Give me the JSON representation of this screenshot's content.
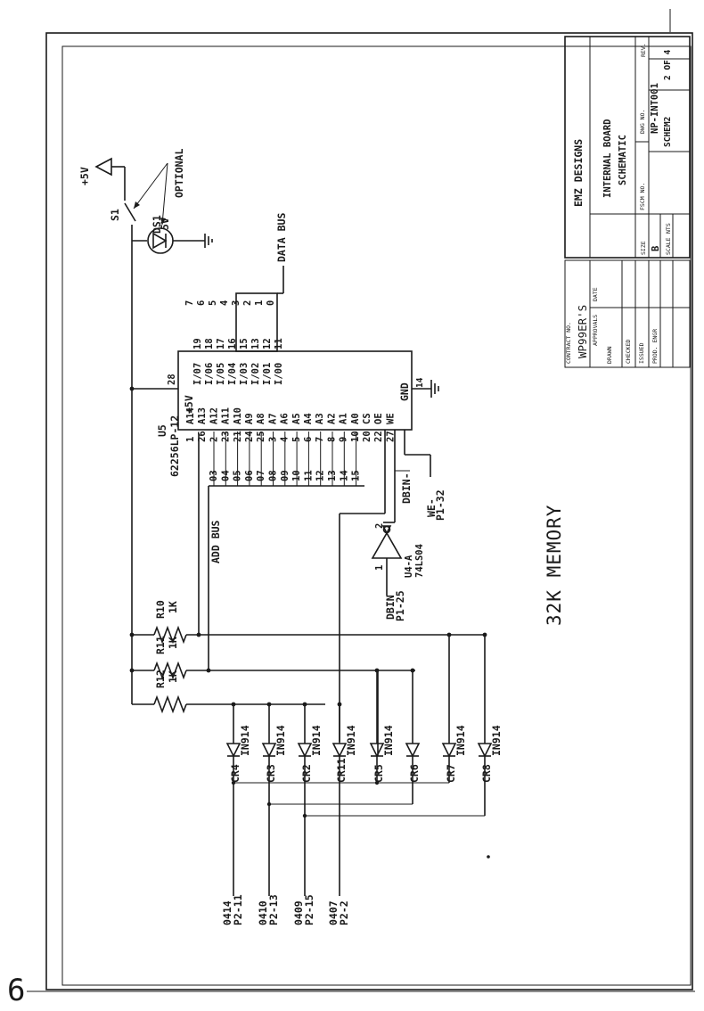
{
  "page_number": "6",
  "title_block": {
    "company": "EMZ DESIGNS",
    "title_line1": "INTERNAL BOARD",
    "title_line2": "SCHEMATIC",
    "contract_label": "CONTRACT NO.",
    "contract_value": "WP99ER'S",
    "drawing_no": "NP-INT001",
    "rev_label": "REV.",
    "size_label": "SIZE",
    "fsc_label": "FSCM NO.",
    "dwg_label": "DWG NO.",
    "size_value": "B",
    "scale_label": "SCALE",
    "scale_value": "NTS",
    "file_value": "SCHEM2",
    "sheet_value": "2 OF 4",
    "approvals_label": "APPROVALS",
    "date_label": "DATE",
    "drawn_label": "DRAWN",
    "checked_label": "CHECKED",
    "issued_label": "ISSUED",
    "prod_label": "PROD. ENGR"
  },
  "power": {
    "vcc": "+5V",
    "switch": "S1",
    "led": "DS1",
    "led_volt": "5V",
    "optional": "OPTIONAL"
  },
  "chip": {
    "ref": "U5",
    "part": "62256LP-12",
    "pins_left": [
      "A14",
      "A13",
      "A12",
      "A11",
      "A10",
      "A9",
      "A8",
      "A7",
      "A6",
      "A5",
      "A4",
      "A3",
      "A2",
      "A1",
      "A0",
      "CS",
      "OE",
      "WE"
    ],
    "pin_numbers_left": [
      "1",
      "26",
      "2",
      "23",
      "21",
      "24",
      "25",
      "3",
      "4",
      "5",
      "6",
      "7",
      "8",
      "9",
      "10",
      "20",
      "22",
      "27"
    ],
    "vcc_pin": "+5V",
    "vcc_pin_num": "28",
    "pins_io": [
      "I/07",
      "I/06",
      "I/05",
      "I/04",
      "I/03",
      "I/02",
      "I/01",
      "I/00"
    ],
    "pin_numbers_io": [
      "19",
      "18",
      "17",
      "16",
      "15",
      "13",
      "12",
      "11"
    ],
    "gnd_pin": "GND",
    "gnd_pin_num": "14"
  },
  "data_bus": {
    "label": "DATA BUS",
    "lines": [
      "7",
      "6",
      "5",
      "4",
      "3",
      "2",
      "1",
      "0"
    ]
  },
  "addr_bus": {
    "label": "ADD BUS",
    "lines": [
      "03",
      "04",
      "05",
      "06",
      "07",
      "08",
      "09",
      "10",
      "11",
      "12",
      "13",
      "14",
      "15"
    ]
  },
  "inverter": {
    "ref": "U4-A",
    "part": "74LS04",
    "in_pin": "1",
    "out_pin": "2",
    "input_label": "DBIN",
    "input_pin": "P1-25",
    "output_label": "DBIN-"
  },
  "we_signal": {
    "label": "WE-",
    "pin": "P1-32"
  },
  "resistors": [
    {
      "ref": "R10",
      "value": "1K"
    },
    {
      "ref": "R11",
      "value": "1K"
    },
    {
      "ref": "R12",
      "value": "1K"
    }
  ],
  "diodes": [
    {
      "ref": "CR4",
      "part": "IN914"
    },
    {
      "ref": "CR3",
      "part": "IN914"
    },
    {
      "ref": "CR2",
      "part": "IN914"
    },
    {
      "ref": "CR11",
      "part": "IN914"
    },
    {
      "ref": "CR5",
      "part": "IN914"
    },
    {
      "ref": "CR6",
      "part": ""
    },
    {
      "ref": "CR7",
      "part": "IN914"
    },
    {
      "ref": "CR8",
      "part": "IN914"
    }
  ],
  "outputs": [
    {
      "signal": "0414",
      "pin": "P2-11"
    },
    {
      "signal": "0410",
      "pin": "P2-13"
    },
    {
      "signal": "0409",
      "pin": "P2-15"
    },
    {
      "signal": "0407",
      "pin": "P2-2"
    }
  ],
  "caption": "32K MEMORY"
}
